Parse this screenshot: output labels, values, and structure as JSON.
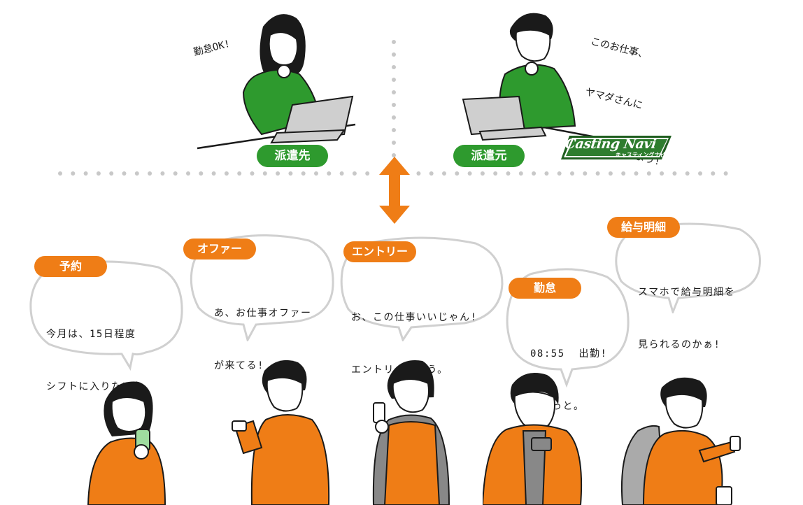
{
  "top": {
    "client_label": "派遣先",
    "agency_label": "派遣元",
    "client_speech": "勤怠OK!",
    "agency_speech": [
      "このお仕事、",
      "ヤマダさんに",
      "オファーしてみよう!"
    ]
  },
  "logo": {
    "main": "Casting Navi",
    "sub": "キャスティングナビ"
  },
  "steps": [
    {
      "tag": "予約",
      "lines": [
        "今月は、15日程度",
        "シフトに入りたいな。"
      ]
    },
    {
      "tag": "オファー",
      "lines": [
        "あ、お仕事オファー",
        "が来てる!"
      ]
    },
    {
      "tag": "エントリー",
      "lines": [
        "お、この仕事いいじゃん!",
        "エントリーしよう。"
      ]
    },
    {
      "tag": "勤怠",
      "lines": [
        "08:55  出勤!",
        "完了っと。"
      ]
    },
    {
      "tag": "給与明細",
      "lines": [
        "スマホで給与明細を",
        "見られるのかぁ!"
      ]
    }
  ],
  "colors": {
    "green": "#2e9a2e",
    "orange": "#ef7d16",
    "dot": "#c8c8c8",
    "outline": "#1a1a1a",
    "bubble": "#d0d0d0"
  }
}
